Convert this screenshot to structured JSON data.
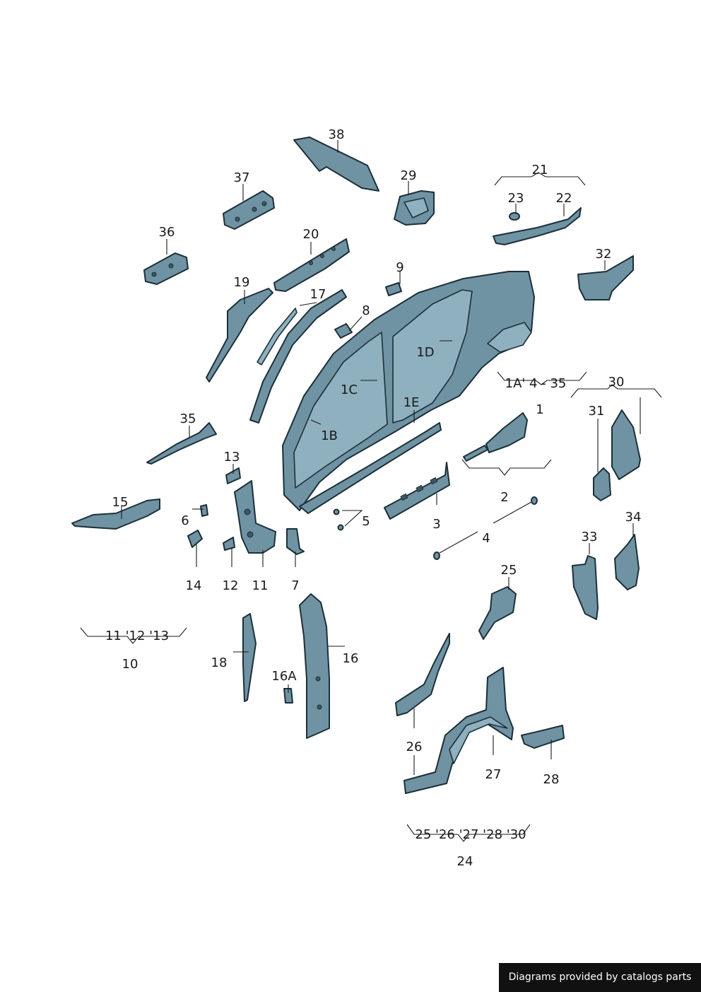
{
  "callouts": {
    "c38": "38",
    "c37": "37",
    "c29": "29",
    "c21": "21",
    "c23": "23",
    "c22": "22",
    "c36": "36",
    "c20": "20",
    "c32": "32",
    "c9": "9",
    "c19": "19",
    "c17": "17",
    "c8": "8",
    "c1D": "1D",
    "c1A": "1A' 4 - 35",
    "c30": "30",
    "c1C": "1C",
    "c1E": "1E",
    "c1": "1",
    "c31": "31",
    "c35": "35",
    "c1B": "1B",
    "c13": "13",
    "c2": "2",
    "c15": "15",
    "c6": "6",
    "c5": "5",
    "c3": "3",
    "c34": "34",
    "c4": "4",
    "c33": "33",
    "c25": "25",
    "c14": "14",
    "c12": "12",
    "c11": "11",
    "c7": "7",
    "c10g": "11 '12 '13",
    "c10": "10",
    "c18": "18",
    "c16": "16",
    "c16A": "16A",
    "c26": "26",
    "c27": "27",
    "c28": "28",
    "c24g": "25 '26 '27 '28 '30",
    "c24": "24"
  },
  "credit": {
    "text": "Diagrams provided by catalogs parts"
  },
  "colors": {
    "part_fill": "#6f93a3",
    "part_outline": "#1c2f38",
    "credit_bg": "#111111"
  }
}
